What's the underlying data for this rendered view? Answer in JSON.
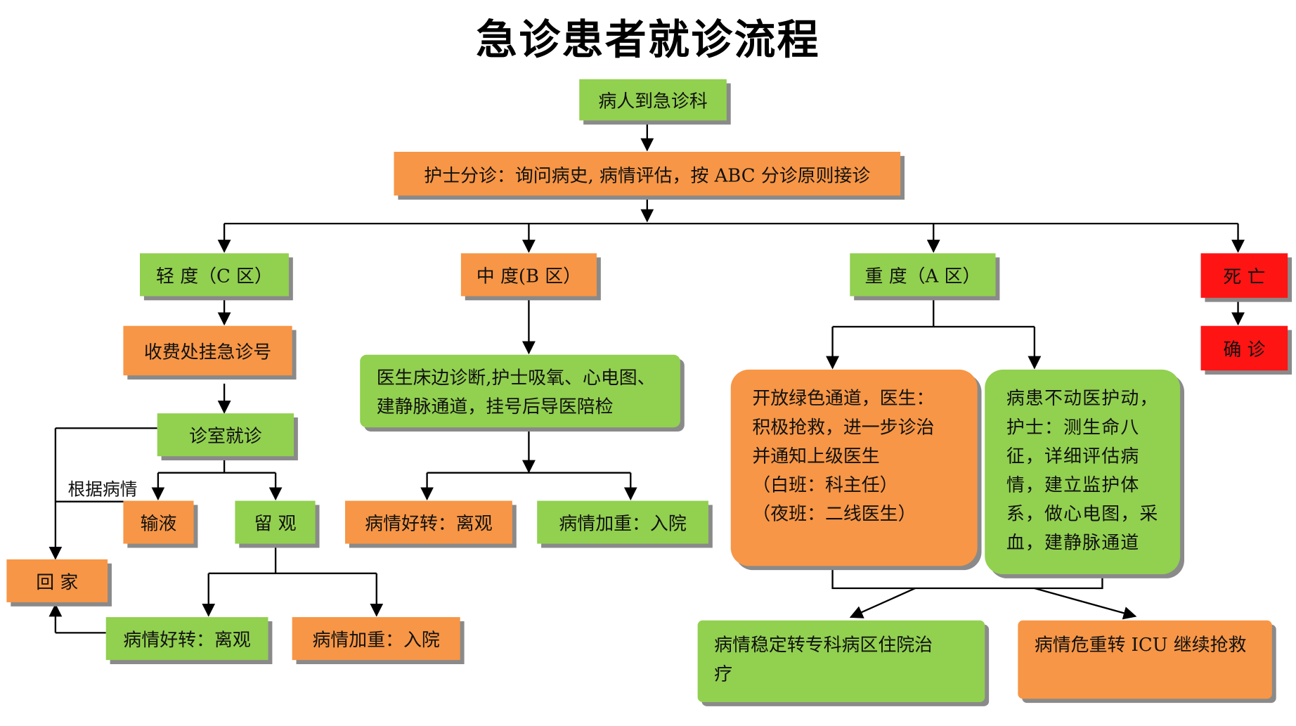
{
  "title": "急诊患者就诊流程",
  "colors": {
    "green": "#92d050",
    "orange": "#f79646",
    "red": "#ff1414",
    "shadow": "#8a8a8a"
  },
  "nodes": {
    "arrive": "病人到急诊科",
    "triage": "护士分诊：询问病史, 病情评估，按 ABC 分诊原则接诊",
    "mild": "轻  度（C 区）",
    "moderate": "中  度(B 区）",
    "severe": "重  度（A 区）",
    "death": "死  亡",
    "confirm": "确  诊",
    "register": "收费处挂急诊号",
    "clinic": "诊室就诊",
    "infusion": "输液",
    "observe": "留  观",
    "go_home": "回      家",
    "c_improve": "病情好转：离观",
    "c_worsen": "病情加重：入院",
    "b_doctor": "医生床边诊断,护士吸氧、心电图、\n建静脉通道，挂号后导医陪检",
    "b_improve": "病情好转：离观",
    "b_worsen": "病情加重：入院",
    "a_green": "开放绿色通道，医生：\n积极抢救，进一步诊治\n并通知上级医生\n（白班：科主任）\n（夜班：二线医生）",
    "a_nurse": "病患不动医护动，\n护士：测生命八\n征，详细评估病\n情，建立监护体\n系，做心电图，采\n血，建静脉通道",
    "a_stable": "病情稳定转专科病区住院治\n疗",
    "a_icu": "病情危重转 ICU 继续抢救"
  },
  "labels": {
    "by_condition": "根据病情"
  }
}
